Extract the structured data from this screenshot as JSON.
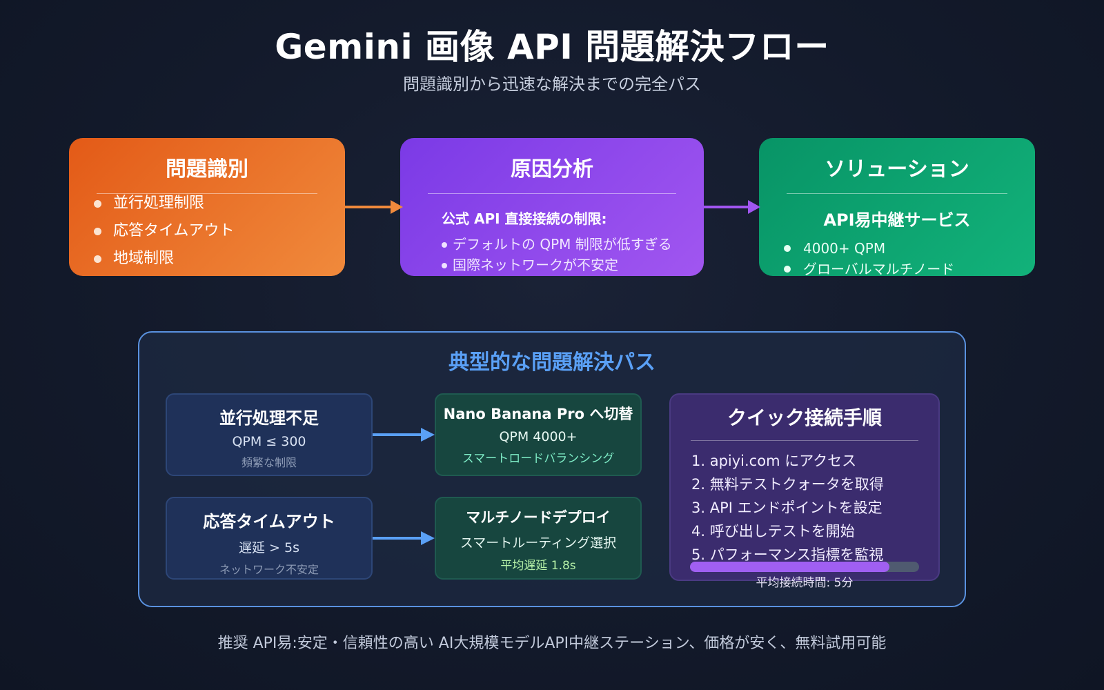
{
  "header": {
    "title": "Gemini 画像 API 問題解決フロー",
    "subtitle": "問題識別から迅速な解決までの完全パス"
  },
  "flow": {
    "identify": {
      "title": "問題識別",
      "items": [
        "並行処理制限",
        "応答タイムアウト",
        "地域制限"
      ]
    },
    "analysis": {
      "title": "原因分析",
      "subtitle": "公式 API 直接接続の制限:",
      "items": [
        "デフォルトの QPM 制限が低すぎる",
        "国際ネットワークが不安定"
      ]
    },
    "solution": {
      "title": "ソリューション",
      "subtitle": "API易中継サービス",
      "items": [
        "4000+ QPM",
        "グローバルマルチノード"
      ]
    }
  },
  "paths": {
    "title": "典型的な問題解決パス",
    "problems": [
      {
        "title": "並行処理不足",
        "line1": "QPM ≤ 300",
        "line2": "頻繁な制限"
      },
      {
        "title": "応答タイムアウト",
        "line1": "遅延 > 5s",
        "line2": "ネットワーク不安定"
      }
    ],
    "fixes": [
      {
        "title": "Nano Banana Pro へ切替",
        "line1": "QPM 4000+",
        "line2": "スマートロードバランシング"
      },
      {
        "title": "マルチノードデプロイ",
        "line1": "スマートルーティング選択",
        "line2": "平均遅延 1.8s"
      }
    ],
    "quick": {
      "title": "クイック接続手順",
      "steps": [
        "1. apiyi.com にアクセス",
        "2. 無料テストクォータを取得",
        "3. API エンドポイントを設定",
        "4. 呼び出しテストを開始",
        "5. パフォーマンス指標を監視"
      ],
      "progress": 0.87,
      "note": "平均接続時間: 5分"
    }
  },
  "footer": {
    "text": "推奨 API易:安定・信頼性の高い AI大規模モデルAPI中継ステーション、価格が安く、無料試用可能"
  },
  "colors": {
    "orange": "#f08a3c",
    "purple": "#a156f0",
    "green": "#12b27a",
    "blue_arrow": "#5aa0f6",
    "panel_border": "#5a92e0"
  }
}
